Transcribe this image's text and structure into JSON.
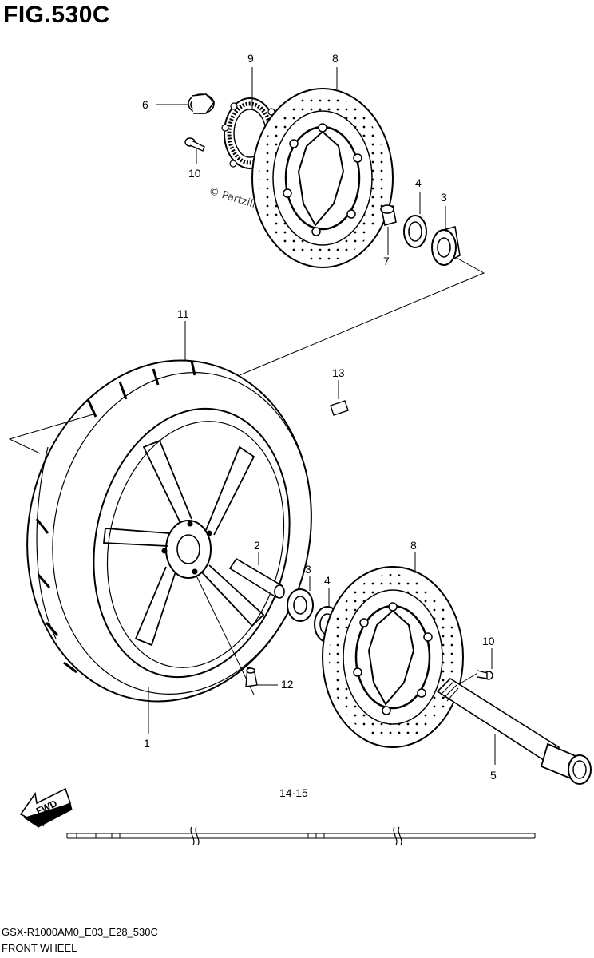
{
  "figure": {
    "title": "FIG.530C",
    "model_code": "GSX-R1000AM0_E03_E28_530C",
    "caption": "FRONT WHEEL",
    "watermark": "© Partzilla.com",
    "fwd_label": "FWD",
    "note_label": "14·15"
  },
  "callouts": {
    "c1": "1",
    "c2": "2",
    "c3a": "3",
    "c3b": "3",
    "c4a": "4",
    "c4b": "4",
    "c5": "5",
    "c6": "6",
    "c7": "7",
    "c8a": "8",
    "c8b": "8",
    "c9": "9",
    "c10a": "10",
    "c10b": "10",
    "c11": "11",
    "c12": "12",
    "c13": "13"
  },
  "colors": {
    "ink": "#000000",
    "paper": "#ffffff"
  }
}
